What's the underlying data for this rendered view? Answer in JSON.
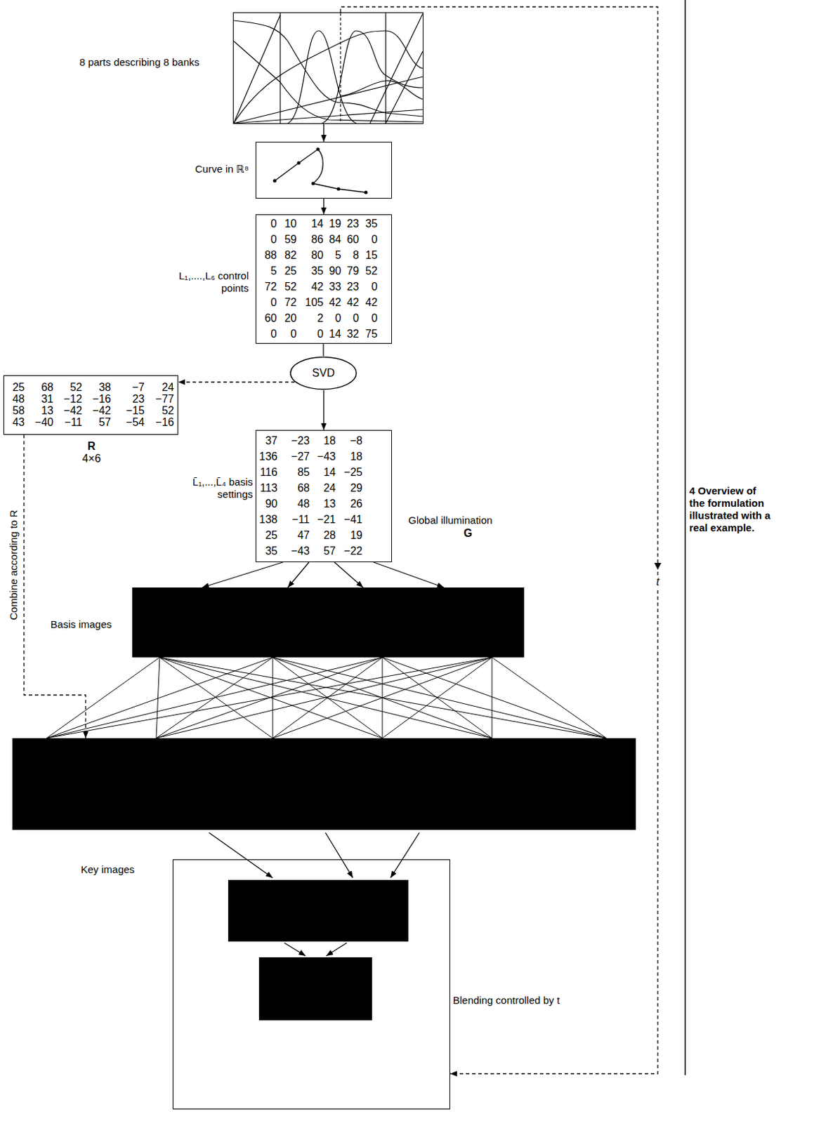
{
  "diagram": {
    "caption": "4 Overview of the formulation illustrated with a real example.",
    "nodes": [
      {
        "text": [
          "8 parts describing 8 banks"
        ]
      },
      {
        "text": [
          "Curve in ℝ⁸"
        ]
      },
      {
        "text": [
          "L₁,....,L₆ control points",
          "0",
          "10",
          "14",
          "19",
          "23",
          "35",
          "0",
          "59",
          "86",
          "84",
          "60",
          "0",
          "88",
          "82",
          "80",
          "5",
          "8",
          "15",
          "5",
          "25",
          "35",
          "90",
          "79",
          "52",
          "72",
          "52",
          "42",
          "33",
          "23",
          "0",
          "0",
          "72",
          "105",
          "42",
          "42",
          "42",
          "60",
          "20",
          "2",
          "0",
          "0",
          "0",
          "0",
          "0",
          "0",
          "14",
          "32",
          "75"
        ]
      },
      {
        "text": [
          "SVD"
        ]
      },
      {
        "text": [
          "25",
          "68",
          "52",
          "38",
          "−7",
          "24",
          "48",
          "31",
          "−12",
          "−16",
          "23",
          "−77",
          "58",
          "13",
          "−42",
          "−42",
          "−15",
          "52",
          "43",
          "−40",
          "−11",
          "57",
          "−54",
          "−16",
          "R",
          "4×6"
        ]
      },
      {
        "text": [
          "L̄₁,...,L̄₄ basis settings",
          "37",
          "−23",
          "18",
          "−8",
          "136",
          "−27",
          "−43",
          "18",
          "116",
          "85",
          "14",
          "−25",
          "113",
          "68",
          "24",
          "29",
          "90",
          "48",
          "13",
          "26",
          "138",
          "−11",
          "−21",
          "−41",
          "25",
          "47",
          "28",
          "19",
          "35",
          "−43",
          "57",
          "−22"
        ]
      },
      {
        "text": [
          "Basis images"
        ]
      },
      {
        "text": [
          "Key images"
        ]
      },
      {
        "text": [
          "Blending controlled by t"
        ]
      }
    ],
    "edges": [
      {
        "from": 0,
        "to": 1,
        "arrow": "to"
      },
      {
        "from": 1,
        "to": 2,
        "arrow": "to"
      },
      {
        "from": 2,
        "to": 3,
        "arrow": "none"
      },
      {
        "from": 3,
        "to": 4,
        "arrow": "to"
      },
      {
        "from": 3,
        "to": 5,
        "arrow": "to"
      },
      {
        "from": 5,
        "to": 6,
        "arrow": "to"
      },
      {
        "from": 5,
        "to": 6,
        "arrow": "to"
      },
      {
        "from": 5,
        "to": 6,
        "arrow": "to"
      },
      {
        "from": 5,
        "to": 6,
        "arrow": "to"
      },
      {
        "from": 6,
        "to": 7,
        "arrow": "none"
      },
      {
        "from": 6,
        "to": 7,
        "arrow": "none"
      },
      {
        "from": 6,
        "to": 7,
        "arrow": "none"
      },
      {
        "from": 6,
        "to": 7,
        "arrow": "none"
      },
      {
        "from": 6,
        "to": 7,
        "arrow": "none"
      },
      {
        "from": 6,
        "to": 7,
        "arrow": "none"
      },
      {
        "from": 6,
        "to": 7,
        "arrow": "none"
      },
      {
        "from": 6,
        "to": 7,
        "arrow": "none"
      },
      {
        "from": 6,
        "to": 7,
        "arrow": "none"
      },
      {
        "from": 6,
        "to": 7,
        "arrow": "none"
      },
      {
        "from": 6,
        "to": 7,
        "arrow": "none"
      },
      {
        "from": 6,
        "to": 7,
        "arrow": "none"
      },
      {
        "from": 6,
        "to": 7,
        "arrow": "none"
      },
      {
        "from": 6,
        "to": 7,
        "arrow": "none"
      },
      {
        "from": 6,
        "to": 7,
        "arrow": "none"
      },
      {
        "from": 6,
        "to": 7,
        "arrow": "none"
      },
      {
        "from": 6,
        "to": 7,
        "arrow": "none"
      },
      {
        "from": 6,
        "to": 7,
        "arrow": "none"
      },
      {
        "from": 6,
        "to": 7,
        "arrow": "none"
      },
      {
        "from": 6,
        "to": 7,
        "arrow": "none"
      },
      {
        "from": 6,
        "to": 7,
        "arrow": "none"
      },
      {
        "from": 6,
        "to": 7,
        "arrow": "none"
      },
      {
        "from": 6,
        "to": 7,
        "arrow": "none"
      },
      {
        "from": 6,
        "to": 7,
        "arrow": "none"
      },
      {
        "from": 4,
        "to": 7,
        "arrow": "to",
        "label": "Combine according to R"
      },
      {
        "from": 0,
        "to": 8,
        "arrow": "to",
        "label": "t"
      }
    ],
    "labels": [
      "Global illumination",
      "G"
    ]
  }
}
